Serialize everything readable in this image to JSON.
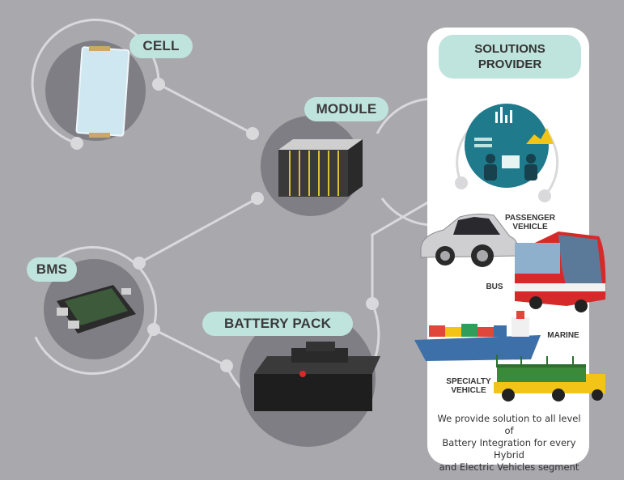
{
  "nodes": {
    "cell": "CELL",
    "module": "MODULE",
    "bms": "BMS",
    "battery_pack": "BATTERY PACK"
  },
  "panel": {
    "title_line1": "SOLUTIONS",
    "title_line2": "PROVIDER",
    "vehicles": {
      "passenger_line1": "PASSENGER",
      "passenger_line2": "VEHICLE",
      "bus": "BUS",
      "marine": "MARINE",
      "specialty_line1": "SPECIALTY",
      "specialty_line2": "VEHICLE"
    },
    "footer_line1": "We provide solution to all level of",
    "footer_line2": "Battery Integration for every Hybrid",
    "footer_line3": "and Electric Vehicles segment"
  },
  "colors": {
    "background": "#a8a8ad",
    "pill": "#bfe3dd",
    "ring": "#d9d9dc",
    "inner_circle": "#7e7e84",
    "bus_red": "#d62a2a",
    "truck_yellow": "#f2c417",
    "ship_blue": "#3d6fa8"
  }
}
